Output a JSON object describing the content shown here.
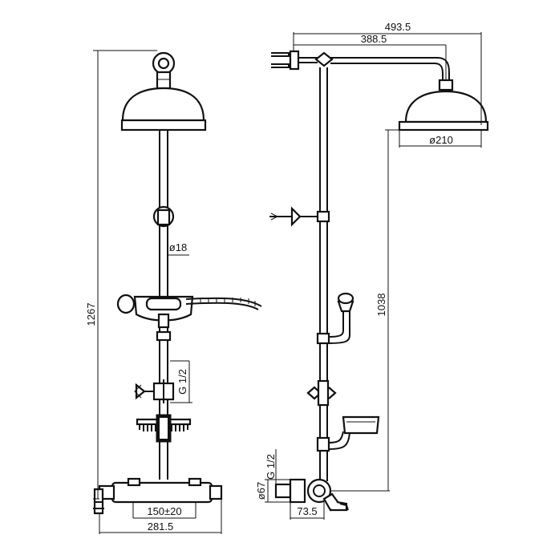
{
  "dimensions": {
    "overall_depth": "493.5",
    "arm_projection": "388.5",
    "head_diameter": "ø210",
    "total_height": "1267",
    "riser_diameter": "ø18",
    "outlet_thread": "G 1/2",
    "head_height_above_mixer": "1038",
    "centres": "150±20",
    "mixer_width": "281.5",
    "inlet_diameter": "ø67",
    "inlet_thread": "G 1/2",
    "inlet_depth": "73.5"
  }
}
